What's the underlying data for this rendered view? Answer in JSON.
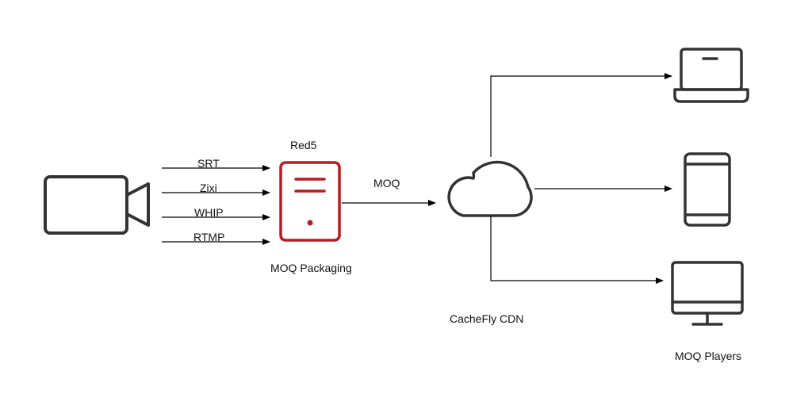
{
  "source": {
    "icon": "video-camera-icon",
    "protocols": [
      "SRT",
      "Zixi",
      "WHIP",
      "RTMP"
    ]
  },
  "server": {
    "title": "Red5",
    "caption": "MOQ Packaging",
    "icon": "server-icon",
    "color": "#b81c22"
  },
  "link": {
    "label": "MOQ"
  },
  "cdn": {
    "label": "CacheFly CDN",
    "icon": "cloud-icon"
  },
  "players": {
    "label": "MOQ Players",
    "devices": [
      "laptop-icon",
      "smartphone-icon",
      "desktop-monitor-icon"
    ]
  },
  "colors": {
    "stroke": "#333333",
    "line": "#000000",
    "accent": "#b81c22"
  }
}
